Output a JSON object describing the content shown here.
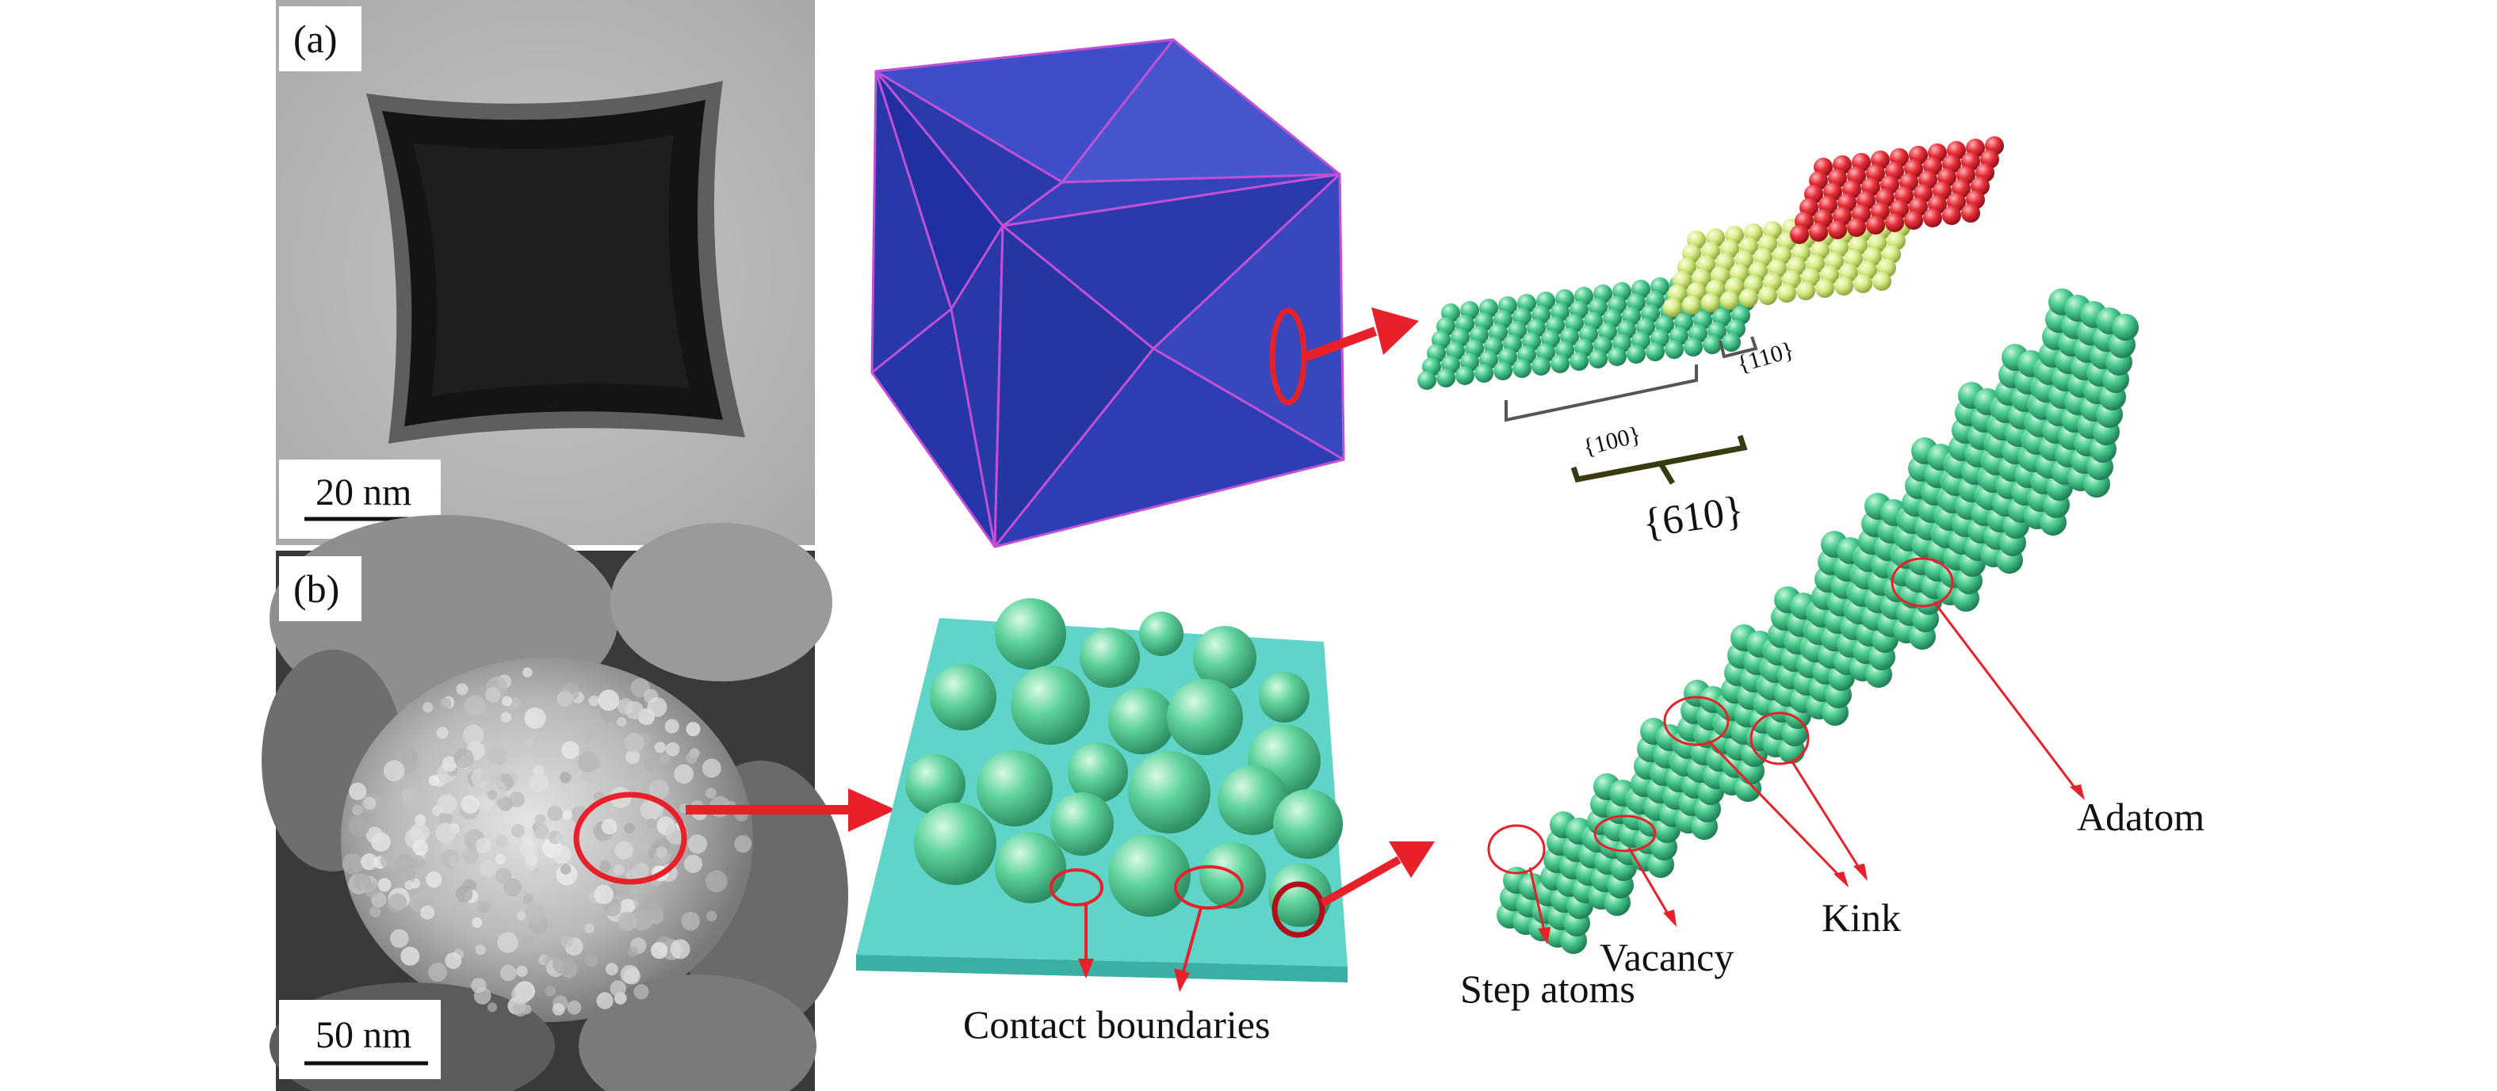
{
  "panels": {
    "a": {
      "label": "(a)",
      "scale_bar": "20 nm",
      "facets": {
        "f100": "{100}",
        "f110": "{110}",
        "f610": "{610}"
      }
    },
    "b": {
      "label": "(b)",
      "scale_bar": "50 nm",
      "contact_label": "Contact boundaries",
      "defects": {
        "step": "Step atoms",
        "vacancy": "Vacancy",
        "kink": "Kink",
        "adatom": "Adatom"
      }
    }
  },
  "colors": {
    "arrow_red": "#e8202a",
    "cube_blue": "#2e3fb0",
    "atom_green": "#3cc08a",
    "atom_yellow": "#d9ec8a",
    "atom_red": "#e8303a",
    "substrate_cyan": "#5fd4c8"
  }
}
